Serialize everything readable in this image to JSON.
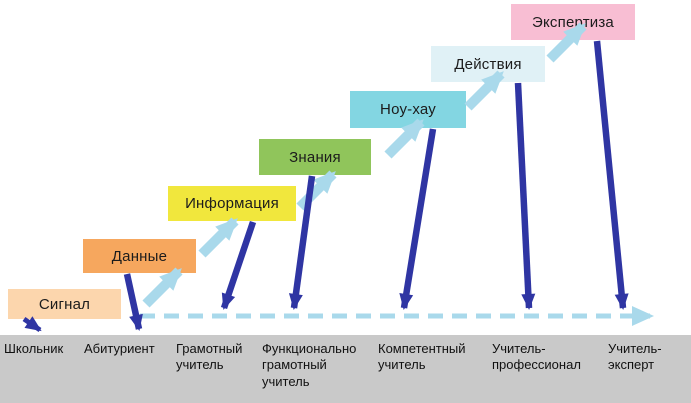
{
  "diagram": {
    "steps": [
      {
        "label": "Сигнал",
        "color": "#fcd6ad"
      },
      {
        "label": "Данные",
        "color": "#f6a75e"
      },
      {
        "label": "Информация",
        "color": "#f1e73d"
      },
      {
        "label": "Знания",
        "color": "#90c55b"
      },
      {
        "label": "Ноу-хау",
        "color": "#83d6e2"
      },
      {
        "label": "Действия",
        "color": "#e0f1f6"
      },
      {
        "label": "Экспертиза",
        "color": "#f8bed3"
      }
    ],
    "stages": [
      "Школьник",
      "Абитуриент",
      "Грамотный учитель",
      "Функционально грамотный учитель",
      "Компетентный учитель",
      "Учитель-профессионал",
      "Учитель-эксперт"
    ],
    "colors": {
      "dark_arrow": "#2f35a3",
      "light_arrow": "#a9d9eb",
      "baseline_arrow": "#a9d9eb",
      "stage_bar": "#c9c9c9",
      "background": "#ffffff"
    }
  }
}
